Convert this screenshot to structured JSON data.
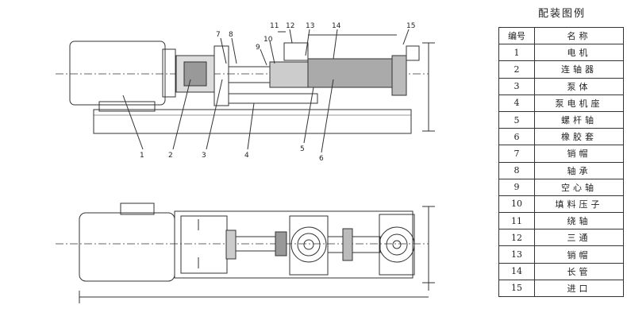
{
  "legend": {
    "title": "配装图例",
    "header": {
      "num": "编号",
      "name": "名称"
    },
    "rows": [
      {
        "num": "1",
        "name": "电机"
      },
      {
        "num": "2",
        "name": "连轴器"
      },
      {
        "num": "3",
        "name": "泵体"
      },
      {
        "num": "4",
        "name": "泵电机座"
      },
      {
        "num": "5",
        "name": "螺杆轴"
      },
      {
        "num": "6",
        "name": "橡胶套"
      },
      {
        "num": "7",
        "name": "销帽"
      },
      {
        "num": "8",
        "name": "轴承"
      },
      {
        "num": "9",
        "name": "空心轴"
      },
      {
        "num": "10",
        "name": "填料压子"
      },
      {
        "num": "11",
        "name": "绕轴"
      },
      {
        "num": "12",
        "name": "三通"
      },
      {
        "num": "13",
        "name": "销帽"
      },
      {
        "num": "14",
        "name": "长管"
      },
      {
        "num": "15",
        "name": "进口"
      }
    ]
  },
  "callouts": [
    "1",
    "2",
    "3",
    "4",
    "5",
    "6",
    "7",
    "8",
    "9",
    "10",
    "11",
    "12",
    "13",
    "14",
    "15"
  ]
}
